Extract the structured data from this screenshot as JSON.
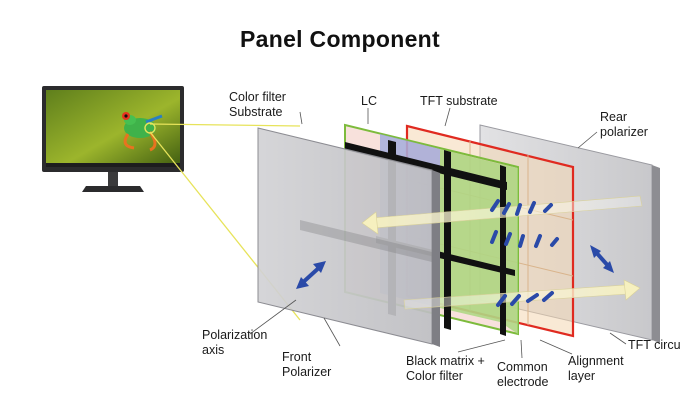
{
  "title": "Panel Component",
  "labels": {
    "color_filter_substrate": [
      "Color filter",
      "Substrate"
    ],
    "lc": "LC",
    "tft_substrate": "TFT substrate",
    "rear_polarizer": [
      "Rear",
      "polarizer"
    ],
    "polarization_axis": [
      "Polarization",
      "axis"
    ],
    "front_polarizer": [
      "Front",
      "Polarizer"
    ],
    "black_matrix_color_filter": [
      "Black matrix +",
      "Color filter"
    ],
    "common_electrode": [
      "Common",
      "electrode"
    ],
    "alignment_layer": [
      "Alignment",
      "layer"
    ],
    "tft_circuit": "TFT circu"
  },
  "colors": {
    "front_polarizer": "#c9c9cc",
    "color_filter_frame": "#7dbb3c",
    "tft_frame": "#e02a20",
    "rear_polarizer": "#d4d4d6",
    "arrow_blue": "#2a4aa8",
    "light_arrow": "#f3eec4",
    "callout_yellow": "#e7e35a"
  },
  "icons": [
    "monitor-icon",
    "frog-image",
    "polarization-arrow-icon"
  ]
}
